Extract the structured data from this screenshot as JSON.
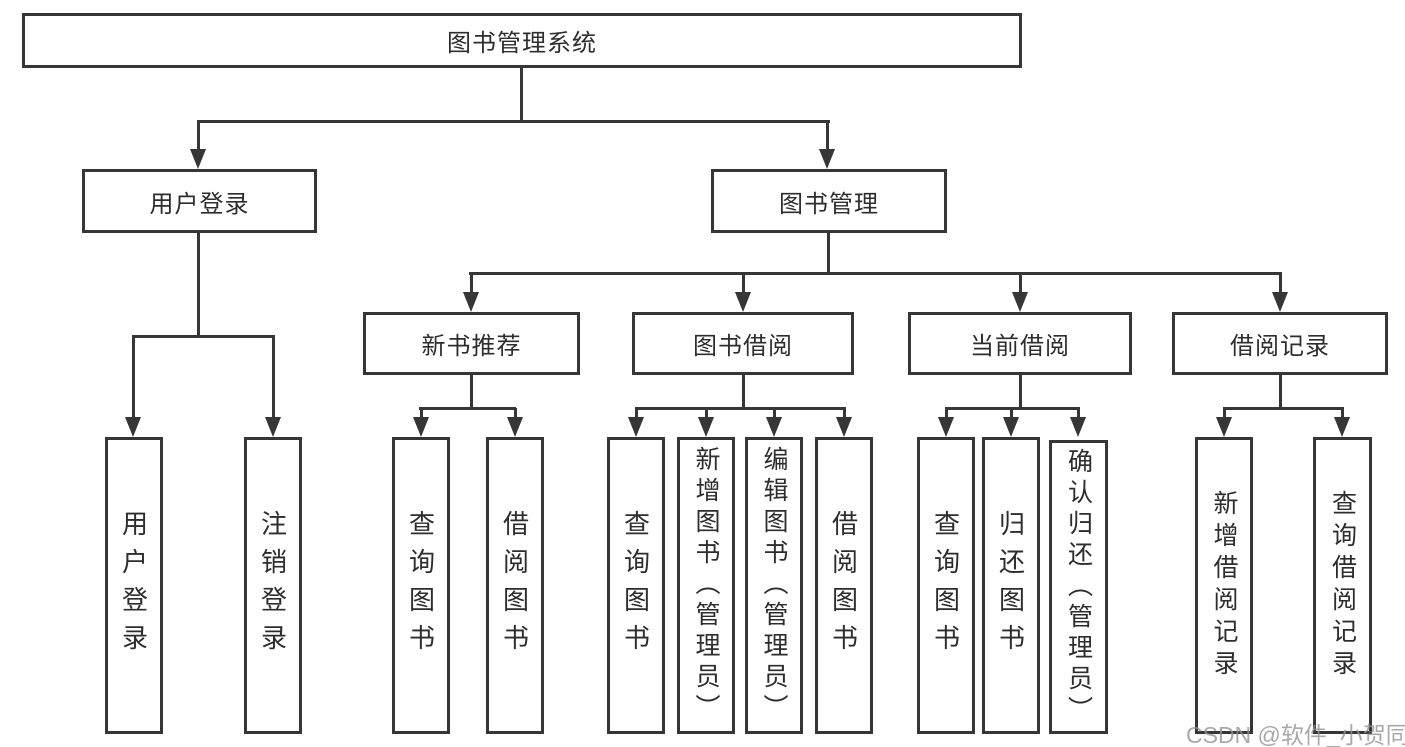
{
  "tree": {
    "root": "图书管理系统",
    "children": [
      {
        "label": "用户登录",
        "children": [
          {
            "label": "用户登录"
          },
          {
            "label": "注销登录"
          }
        ]
      },
      {
        "label": "图书管理",
        "children": [
          {
            "label": "新书推荐",
            "children": [
              {
                "label": "查询图书"
              },
              {
                "label": "借阅图书"
              }
            ]
          },
          {
            "label": "图书借阅",
            "children": [
              {
                "label": "查询图书"
              },
              {
                "label": "新增图书（管理员）"
              },
              {
                "label": "编辑图书（管理员）"
              },
              {
                "label": "借阅图书"
              }
            ]
          },
          {
            "label": "当前借阅",
            "children": [
              {
                "label": "查询图书"
              },
              {
                "label": "归还图书"
              },
              {
                "label": "确认归还（管理员）"
              }
            ]
          },
          {
            "label": "借阅记录",
            "children": [
              {
                "label": "新增借阅记录"
              },
              {
                "label": "查询借阅记录"
              }
            ]
          }
        ]
      }
    ]
  },
  "watermark": {
    "text": "CSDN @软件_小贺同学"
  },
  "colors": {
    "line": "#363636",
    "background": "#ffffff",
    "text": "#2d2d2d",
    "watermark": "#949494"
  }
}
